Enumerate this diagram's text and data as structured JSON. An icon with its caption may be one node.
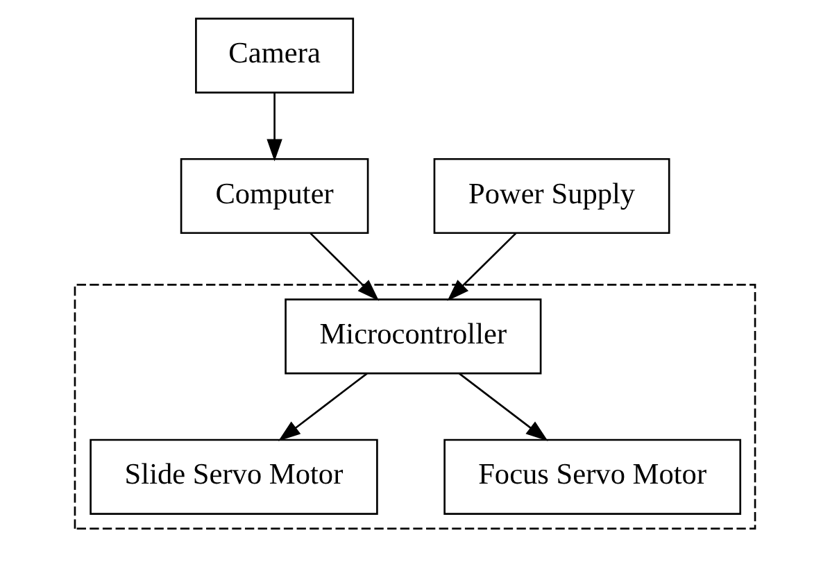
{
  "diagram": {
    "nodes": [
      {
        "text": [
          "Camera"
        ]
      },
      {
        "text": [
          "Power Supply"
        ]
      },
      {
        "text": [
          "Computer"
        ]
      },
      {
        "text": [],
        "shape": "box"
      },
      {
        "text": [
          "Microcontroller"
        ],
        "in": 3
      },
      {
        "text": [
          "Slide Servo Motor"
        ],
        "in": 3
      },
      {
        "text": [
          "Focus Servo Motor"
        ],
        "in": 3
      }
    ],
    "edges": [
      {
        "from": 0,
        "to": 2,
        "arrow": "to"
      },
      {
        "from": 1,
        "to": 4,
        "arrow": "to"
      },
      {
        "from": 2,
        "to": 4,
        "arrow": "to"
      },
      {
        "from": 4,
        "to": 5,
        "arrow": "to"
      },
      {
        "from": 4,
        "to": 6,
        "arrow": "to"
      }
    ]
  }
}
